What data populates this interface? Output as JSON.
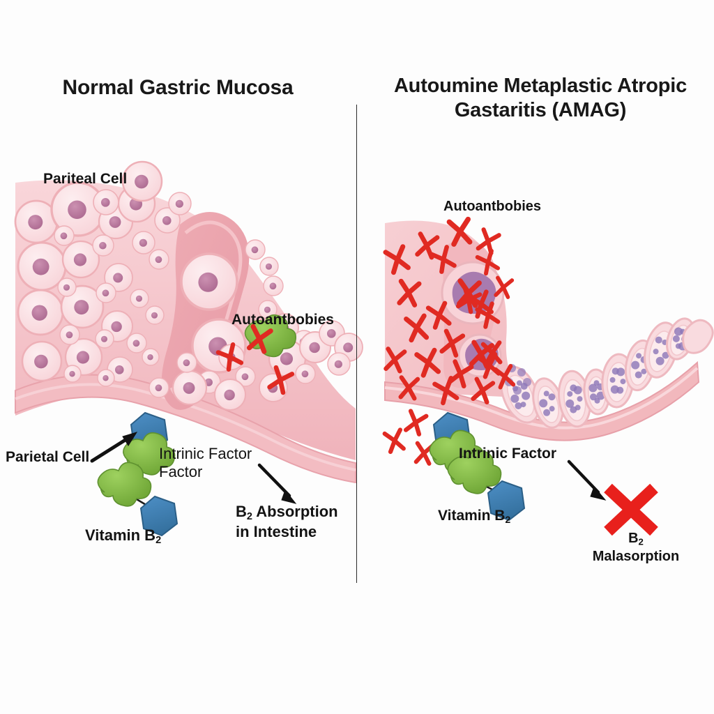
{
  "figure": {
    "background_color": "#fdfdfd",
    "divider_color": "#2b2b2b",
    "type": "medical-illustration-comparison"
  },
  "panels": {
    "left": {
      "title": "Normal\nGastric Mucosa",
      "labels": {
        "parietal_cell_top": "Pariteal Cell",
        "autoantibodies": "Autoantbobies",
        "parietal_cell_bottom": "Parietal Cell",
        "intrinsic_factor": "Intrinic Factor\nFactor",
        "vitamin_b2": "Vitamin B",
        "vitamin_b2_sub": "2",
        "b2_absorption_pre": "B",
        "b2_absorption_sub": "2",
        "b2_absorption_post": " Absorption\nin Intestine"
      }
    },
    "right": {
      "title": "Autoumine Metaplastic\nAtropic Gastaritis\n(AMAG)",
      "labels": {
        "autoantibodies": "Autoantbobies",
        "intrinsic_factor": "Intrinic Factor",
        "vitamin_b2": "Vitamin B",
        "vitamin_b2_sub": "2",
        "b2_malasorption_pre": "B",
        "b2_malasorption_sub": "2",
        "b2_malasorption_post": "\nMalasorption"
      }
    }
  },
  "colors": {
    "mucosa_pink": "#f6c9cc",
    "mucosa_pink_light": "#fadfe2",
    "cell_fill": "#fbdde1",
    "cell_nucleus": "#b9769b",
    "cell_outline": "#eeb0b7",
    "muscularis": "#f2b8bd",
    "antibody_red": "#e02a22",
    "x_mark_red": "#e8201c",
    "intrinsic_factor_blue": "#3d7fb8",
    "vitamin_b2_green": "#7fb844",
    "inflammatory_purple": "#8e77b8",
    "arrow_black": "#111111",
    "text_black": "#131313"
  },
  "icons": {
    "antibody": "antibody-y-icon",
    "x_mark": "red-x-icon",
    "arrow": "arrow-icon",
    "hexagon": "hexagon-icon",
    "blob": "blob-icon"
  }
}
